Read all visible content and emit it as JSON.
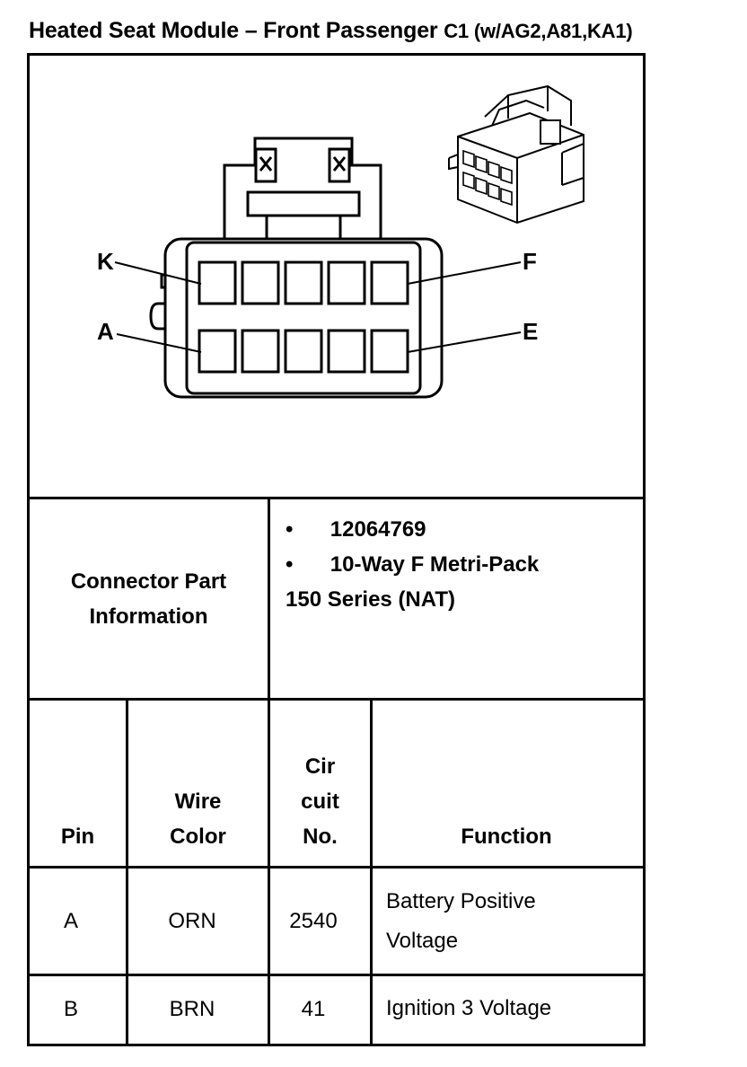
{
  "title": {
    "main": "Heated Seat Module – Front Passenger",
    "sub": "C1 (w/AG2,A81,KA1)"
  },
  "diagram": {
    "pin_labels": [
      "K",
      "A",
      "F",
      "E"
    ]
  },
  "connector_info": {
    "label_line1": "Connector Part",
    "label_line2": "Information",
    "part_number": "12064769",
    "description_line1": "10-Way F Metri-Pack",
    "description_line2": "150 Series (NAT)",
    "bullet": "•"
  },
  "table": {
    "headers": {
      "pin": "Pin",
      "wire_color_line1": "Wire",
      "wire_color_line2": "Color",
      "circuit_line1": "Cir",
      "circuit_line2": "cuit",
      "circuit_line3": "No.",
      "function": "Function"
    },
    "rows": [
      {
        "pin": "A",
        "wire_color": "ORN",
        "circuit": "2540",
        "function_line1": "Battery Positive",
        "function_line2": "Voltage"
      },
      {
        "pin": "B",
        "wire_color": "BRN",
        "circuit": "41",
        "function_line1": "Ignition 3 Voltage",
        "function_line2": ""
      }
    ]
  }
}
